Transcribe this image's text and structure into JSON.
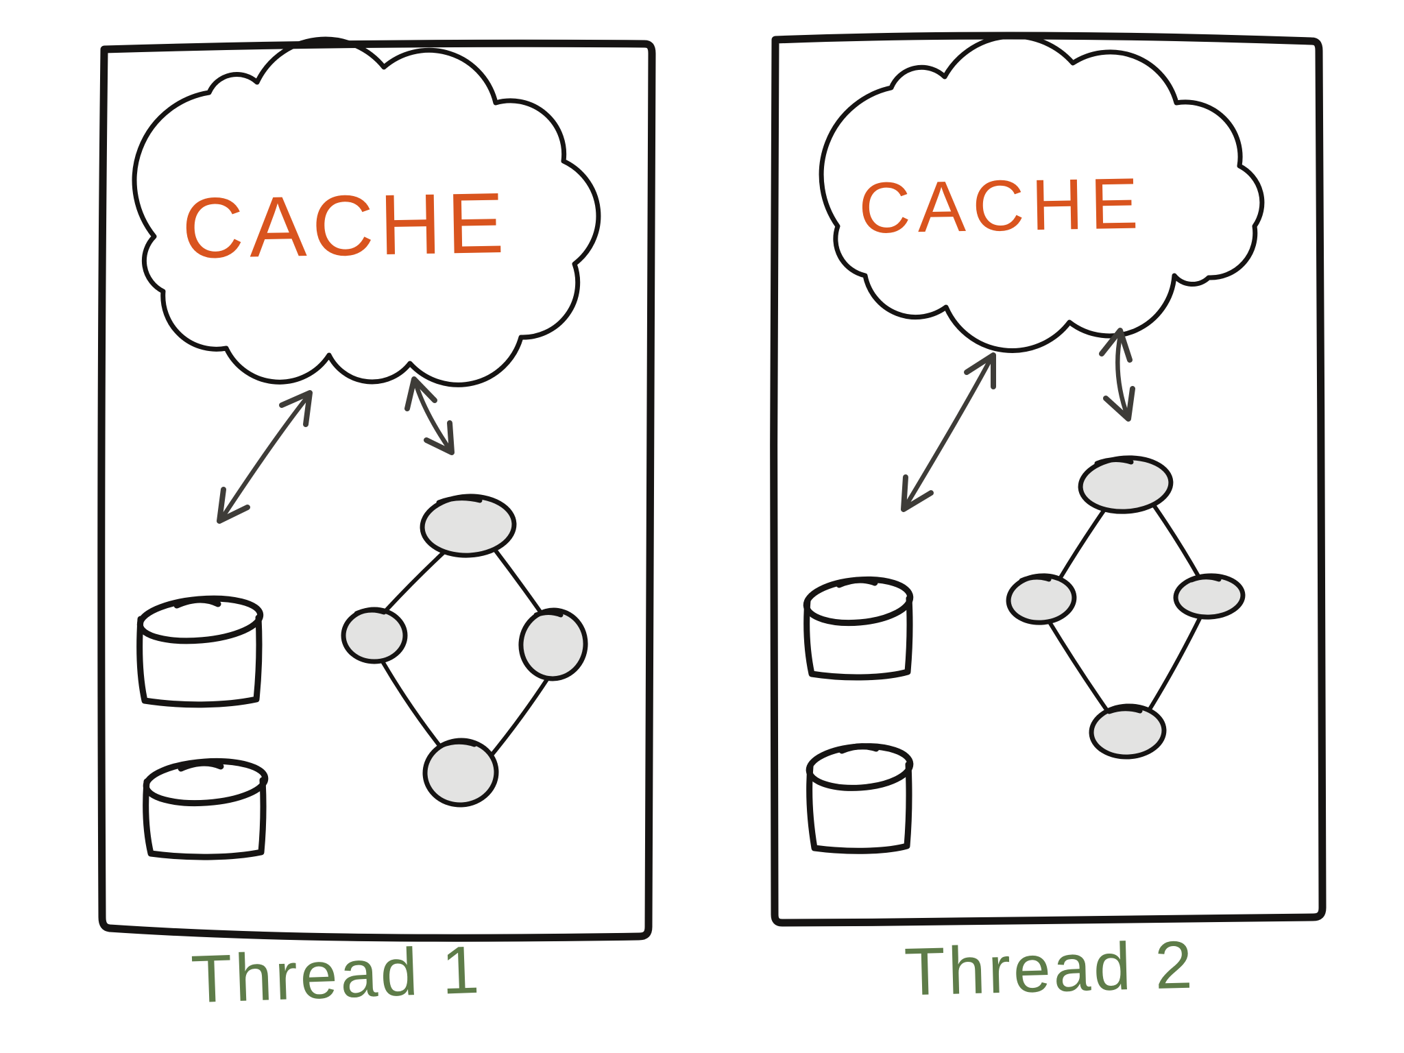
{
  "colors": {
    "background": "#ffffff",
    "panel_fill": "#e3e3e2",
    "ink": "#161413",
    "arrow_ink": "#3e3c38",
    "cache_text": "#d9541e",
    "thread_text": "#5e7c49"
  },
  "panels": [
    {
      "id": "thread-1",
      "cloud_label": "CACHE",
      "caption": "Thread 1",
      "icons": [
        "cache-cloud",
        "bidirectional-arrow",
        "bidirectional-arrow",
        "database-cylinder",
        "database-cylinder",
        "object-graph-4-nodes"
      ]
    },
    {
      "id": "thread-2",
      "cloud_label": "CACHE",
      "caption": "Thread 2",
      "icons": [
        "cache-cloud",
        "bidirectional-arrow",
        "bidirectional-arrow",
        "database-cylinder",
        "database-cylinder",
        "object-graph-4-nodes"
      ]
    }
  ]
}
